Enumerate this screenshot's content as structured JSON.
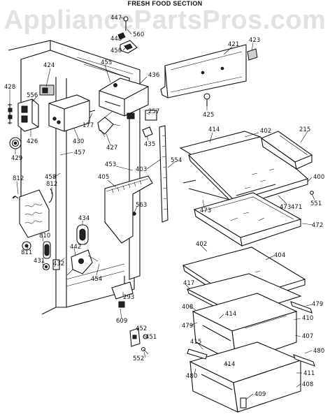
{
  "title": "FRESH FOOD SECTION",
  "watermark": "AppliancePartsPros.com",
  "parts": {
    "p447": "447",
    "p448": "448",
    "p560": "560",
    "p450": "450",
    "p421": "421",
    "p423": "423",
    "p424": "424",
    "p455": "455",
    "p436": "436",
    "p428": "428",
    "p556": "556",
    "p425": "425",
    "p257": "257",
    "p177": "177",
    "p430": "430",
    "p426": "426",
    "p427": "427",
    "p435": "435",
    "p429": "429",
    "p457": "457",
    "p414a": "414",
    "p402a": "402",
    "p215": "215",
    "p554": "554",
    "p453": "453",
    "p403": "403",
    "p400": "400",
    "p458": "458",
    "p812a": "812",
    "p812b": "812",
    "p405": "405",
    "p551": "551",
    "p473a": "473",
    "p473b": "473",
    "p471": "471",
    "p563": "563",
    "p472": "472",
    "p434": "434",
    "p810": "810",
    "p811": "811",
    "p402b": "402",
    "p442": "442",
    "p404": "404",
    "p431": "431",
    "p432": "432",
    "p454": "454",
    "p417": "417",
    "p293": "293",
    "p479a": "479",
    "p408": "408",
    "p414b": "414",
    "p410": "410",
    "p609": "609",
    "p479b": "479",
    "p452": "452",
    "p407": "407",
    "p451": "451",
    "p415": "415",
    "p480a": "480",
    "p552": "552",
    "p414c": "414",
    "p411": "411",
    "p480b": "480",
    "p408b": "408",
    "p409": "409"
  }
}
